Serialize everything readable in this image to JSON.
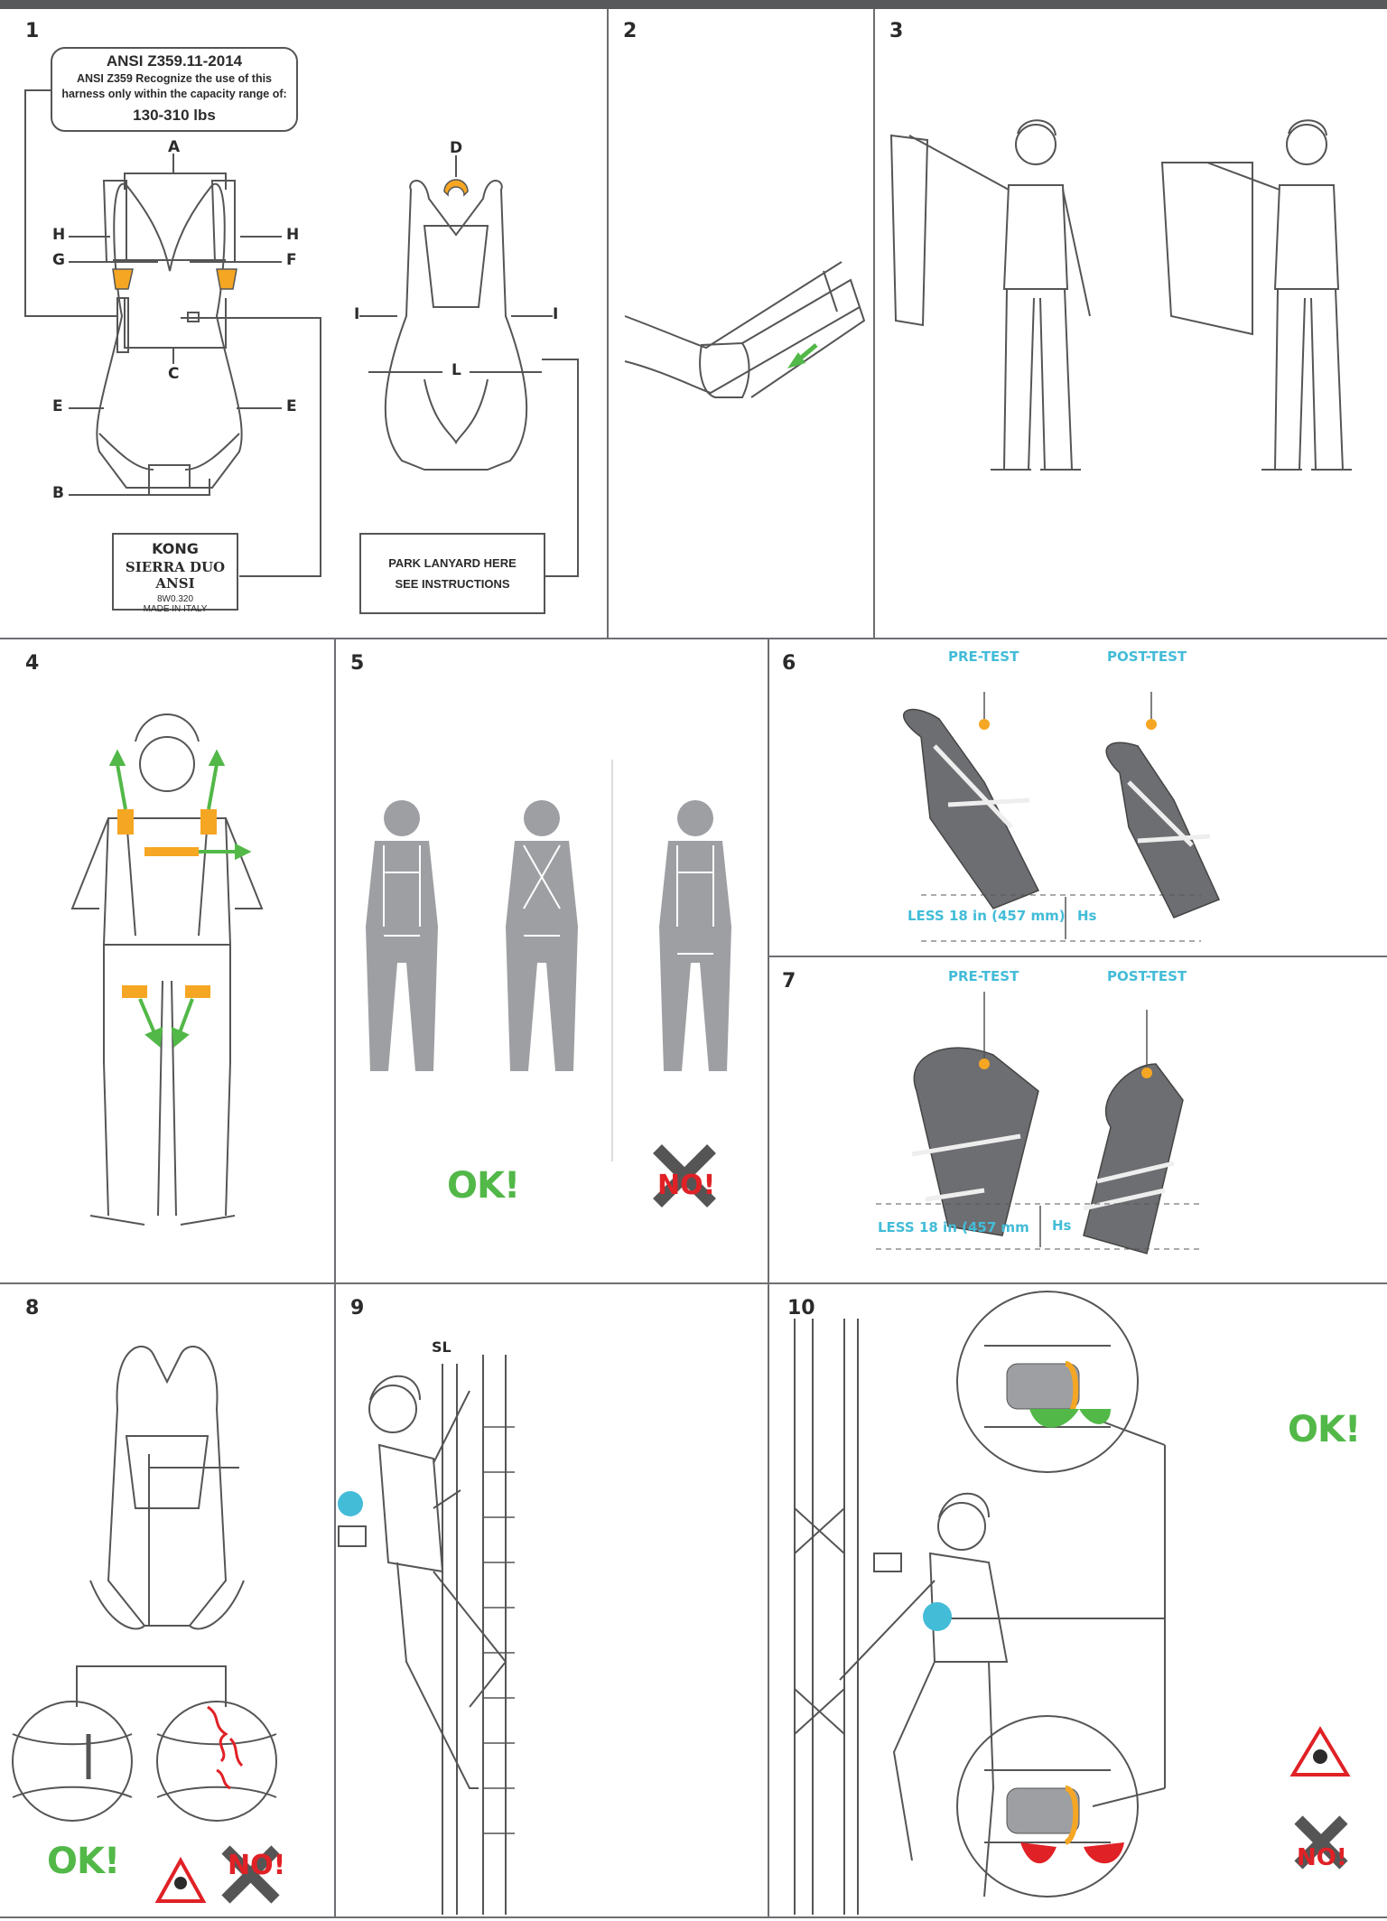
{
  "panels": {
    "p1": {
      "number": "1"
    },
    "p2": {
      "number": "2"
    },
    "p3": {
      "number": "3"
    },
    "p4": {
      "number": "4"
    },
    "p5": {
      "number": "5"
    },
    "p6": {
      "number": "6"
    },
    "p7": {
      "number": "7"
    },
    "p8": {
      "number": "8"
    },
    "p9": {
      "number": "9"
    },
    "p10": {
      "number": "10"
    }
  },
  "ansi_label": {
    "title": "ANSI Z359.11-2014",
    "line1": "ANSI Z359 Recognize the use of this",
    "line2": "harness only within the capacity range of:",
    "range": "130-310 lbs"
  },
  "front_letters": {
    "A": "A",
    "B": "B",
    "C": "C",
    "D": "D",
    "E": "E",
    "F": "F",
    "G": "G",
    "H": "H",
    "I": "I",
    "L": "L"
  },
  "product_label": {
    "brand": "KONG",
    "model": "SIERRA DUO ANSI",
    "code": "8W0.320",
    "origin": "MADE IN ITALY"
  },
  "park_label": {
    "line1": "PARK LANYARD HERE",
    "line2": "SEE INSTRUCTIONS"
  },
  "tests": {
    "pre": "PRE-TEST",
    "post": "POST-TEST",
    "less6": "LESS 18 in (457 mm)",
    "less7": "LESS 18 in (457 mm",
    "hs": "Hs"
  },
  "verdicts": {
    "ok": "OK!",
    "no": "NO!"
  },
  "sl_label": "SL",
  "colors": {
    "orange": "#f5a623",
    "green": "#52b848",
    "red": "#e02126",
    "cyan": "#43bcd8",
    "grey": "#9d9fa2",
    "line": "#6d6e71"
  },
  "icons": [
    "warning-skull-icon",
    "cross-no-icon",
    "arrow-icon",
    "kong-logo-icon"
  ]
}
